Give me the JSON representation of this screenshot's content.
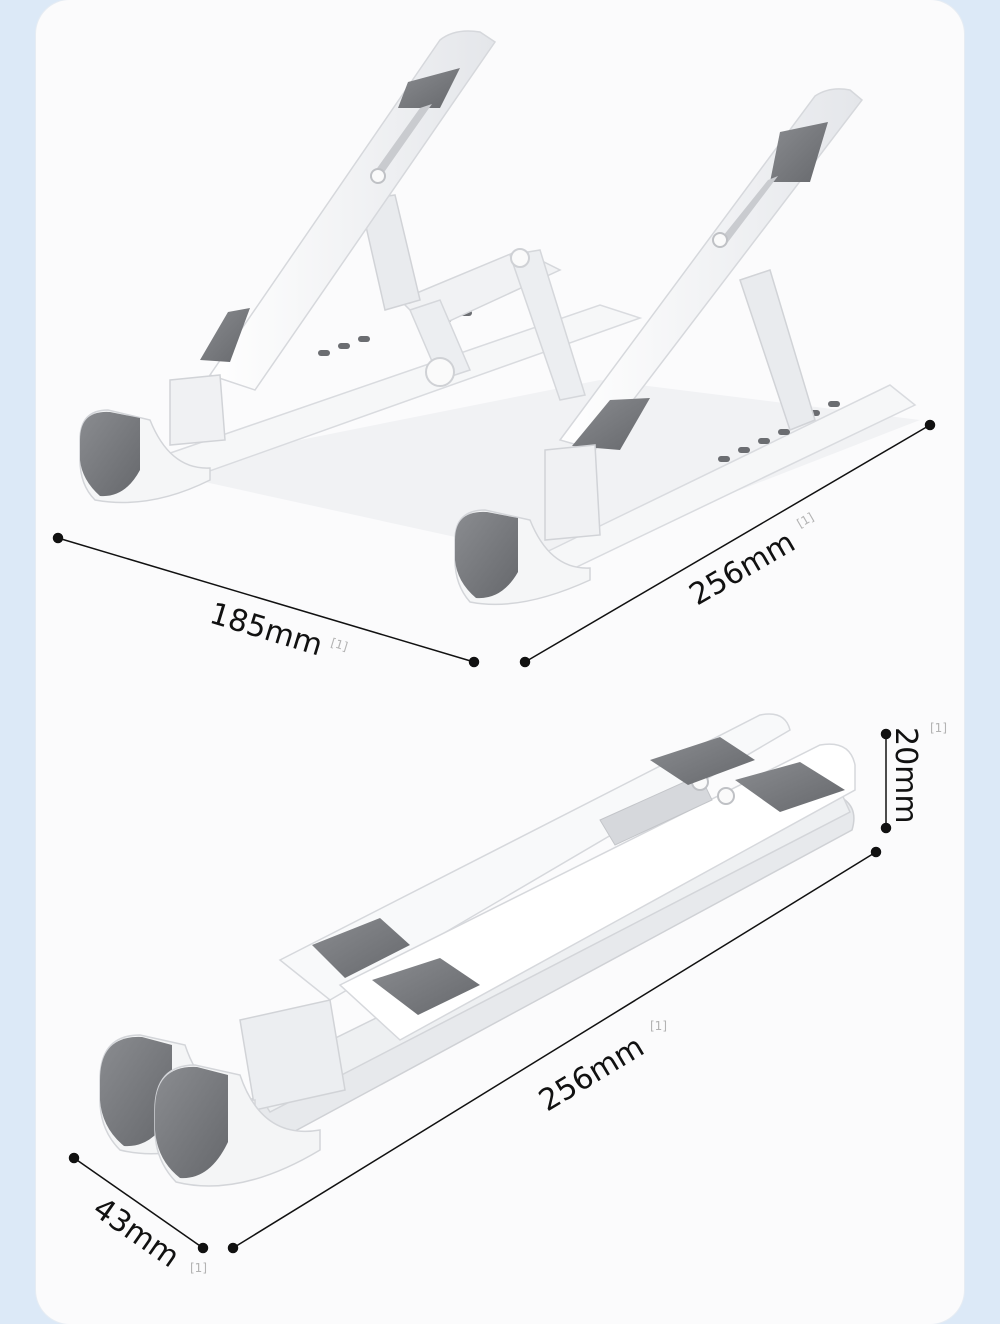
{
  "top_figure": {
    "depth_label": "185mm",
    "width_label": "256mm",
    "depth_ref": "[1]",
    "width_ref": "[1]"
  },
  "bottom_figure": {
    "height_label": "20mm",
    "length_label": "256mm",
    "thickness_label": "43mm",
    "height_ref": "[1]",
    "length_ref": "[1]",
    "thickness_ref": "[1]"
  },
  "colors": {
    "background": "#dce9f7",
    "panel": "#fbfbfc",
    "stand_white": "#f3f4f6",
    "pad_gray": "#7d7f84",
    "dimension_line": "#111111"
  }
}
